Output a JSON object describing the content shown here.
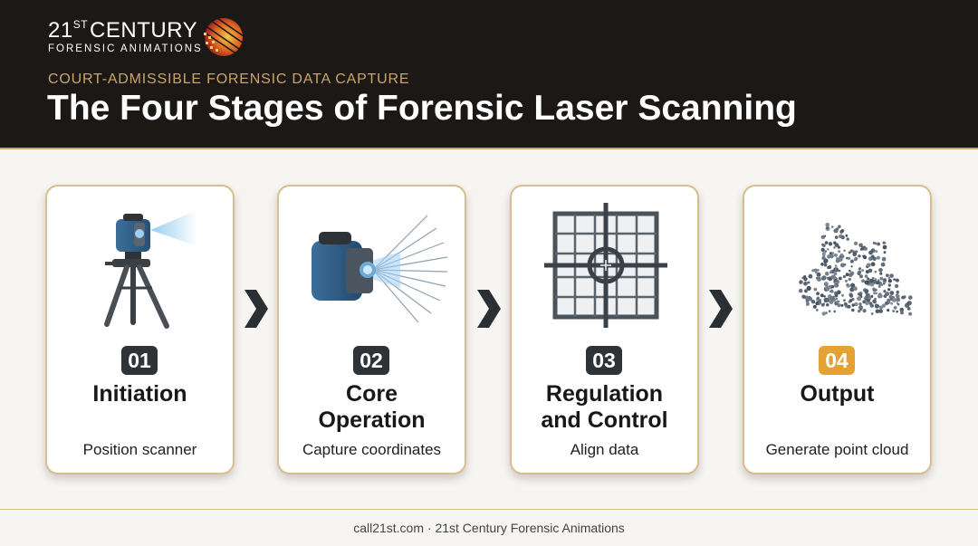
{
  "brand": {
    "name_main": "21",
    "name_sup": "ST",
    "name_rest": "CENTURY",
    "subname": "FORENSIC ANIMATIONS"
  },
  "header": {
    "eyebrow": "COURT-ADMISSIBLE FORENSIC DATA CAPTURE",
    "title": "The Four Stages of Forensic Laser Scanning"
  },
  "stages": [
    {
      "number": "01",
      "title_line1": "Initiation",
      "title_line2": "",
      "description": "Position scanner",
      "icon": "tripod-scanner-icon"
    },
    {
      "number": "02",
      "title_line1": "Core",
      "title_line2": "Operation",
      "description": "Capture coordinates",
      "icon": "laser-scanner-beam-icon"
    },
    {
      "number": "03",
      "title_line1": "Regulation",
      "title_line2": "and Control",
      "description": "Align data",
      "icon": "alignment-grid-crosshair-icon"
    },
    {
      "number": "04",
      "title_line1": "Output",
      "title_line2": "",
      "description": "Generate point cloud",
      "icon": "point-cloud-icon"
    }
  ],
  "footer": {
    "text": "call21st.com · 21st Century Forensic Animations"
  },
  "colors": {
    "header_bg": "#1c1815",
    "gold": "#c9a56a",
    "badge": "#2f3338",
    "badge_accent": "#e3a233",
    "card_border": "#d9bd8a"
  }
}
